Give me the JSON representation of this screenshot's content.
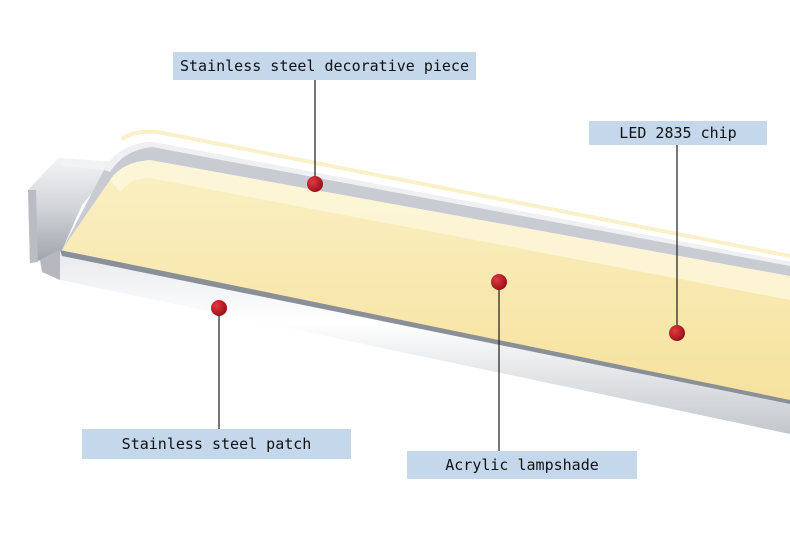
{
  "callouts": {
    "decorative_piece": "Stainless steel decorative piece",
    "led_chip": "LED 2835 chip",
    "steel_patch": "Stainless steel patch",
    "acrylic_lampshade": "Acrylic lampshade"
  },
  "colors": {
    "label_background": "#c5d7ea",
    "marker": "#b30f1b",
    "lampshade": "#f9e9ad",
    "steel": "#d9dbdf"
  }
}
